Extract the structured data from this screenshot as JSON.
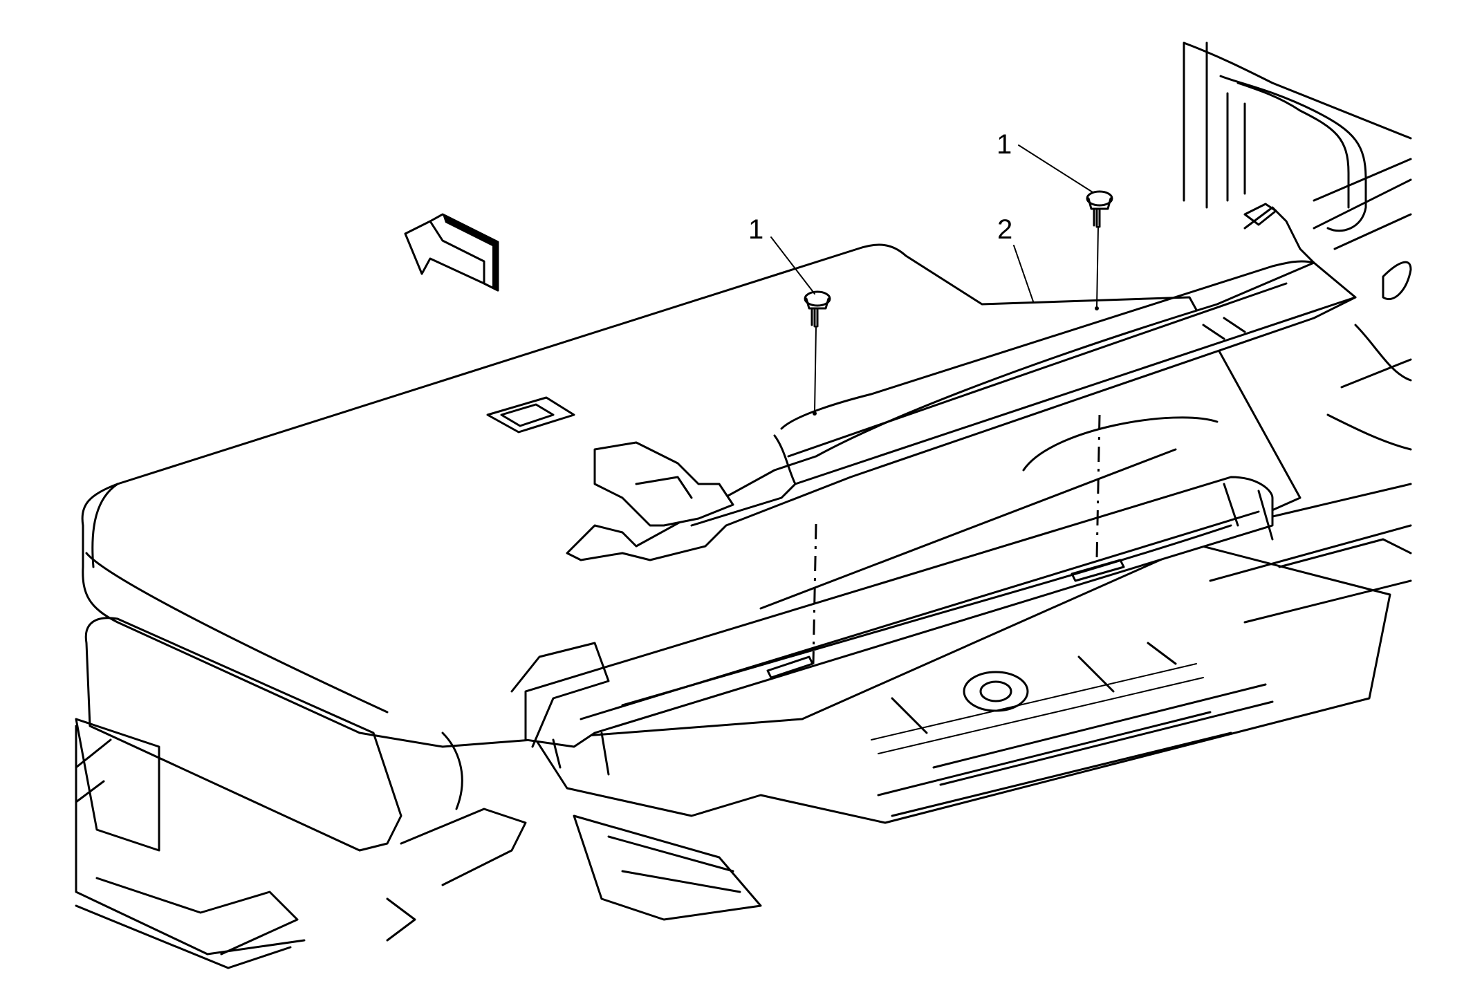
{
  "callouts": [
    {
      "id": "fastener-left",
      "text": "1"
    },
    {
      "id": "fastener-right",
      "text": "1"
    },
    {
      "id": "panel",
      "text": "2"
    }
  ]
}
